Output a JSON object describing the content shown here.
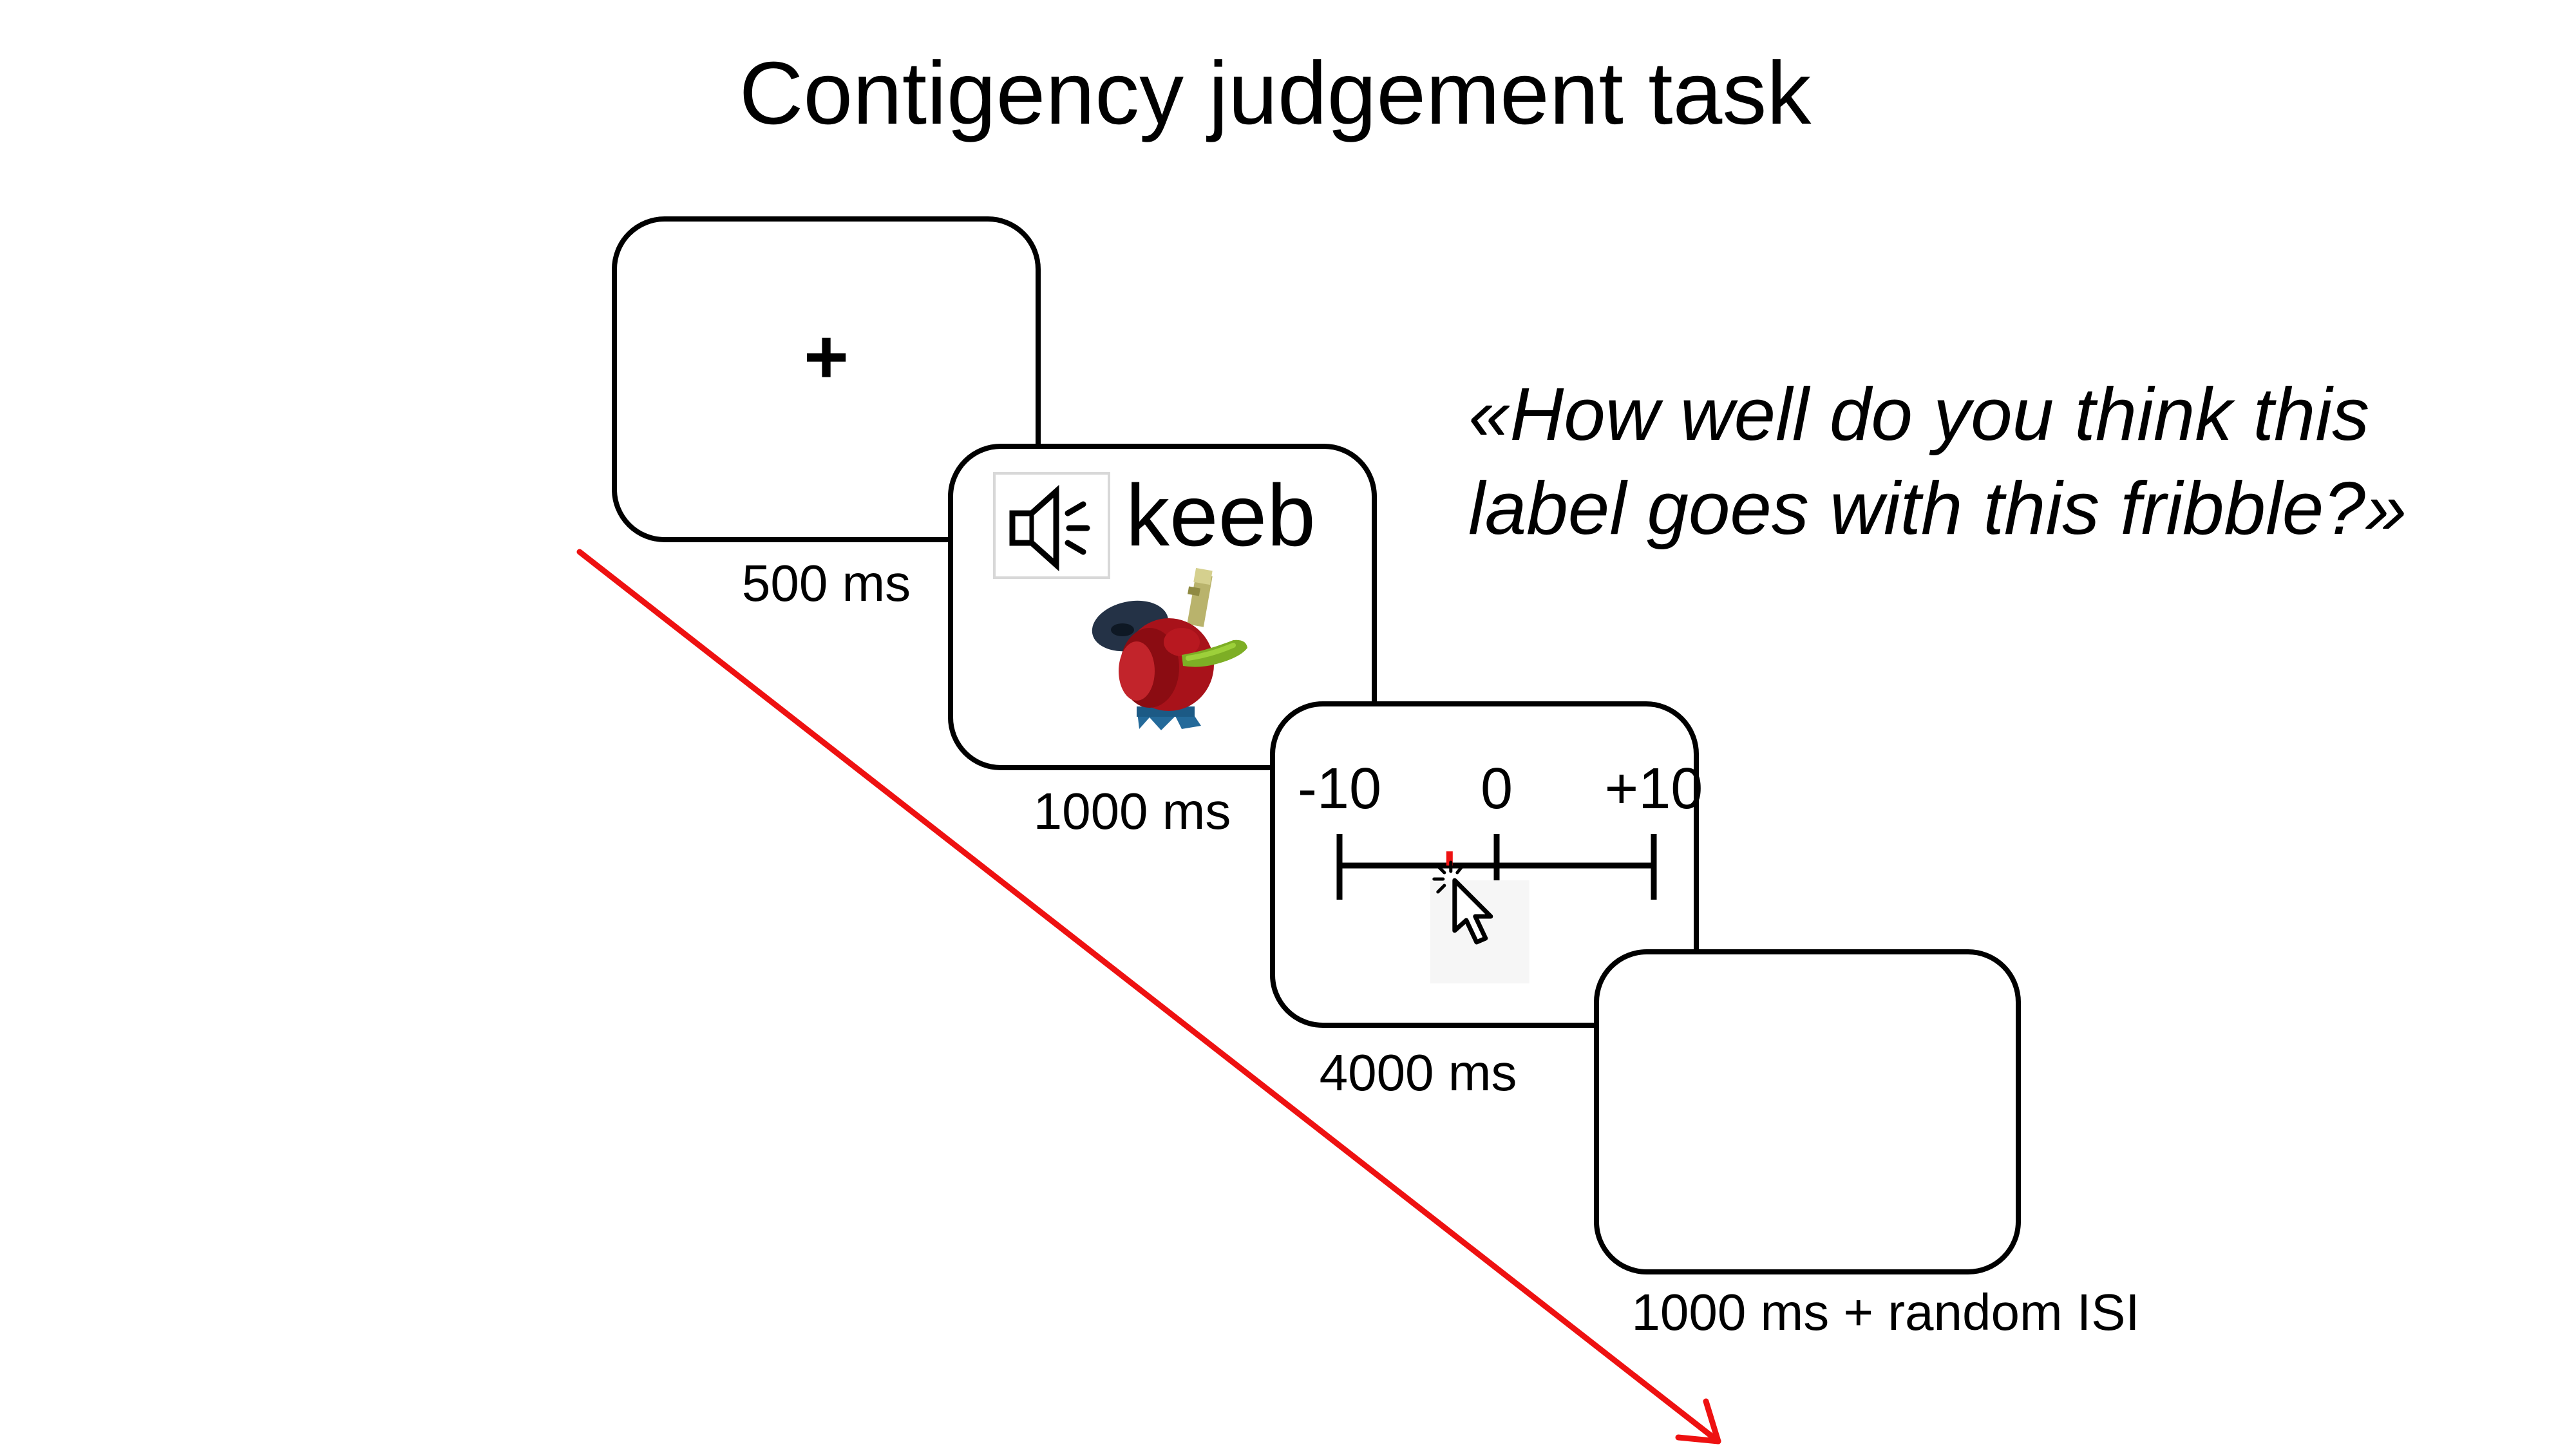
{
  "title": "Contigency judgement task",
  "screens": {
    "fixation": {
      "symbol": "+",
      "duration": "500 ms"
    },
    "stimulus": {
      "label": "keeb",
      "duration": "1000 ms"
    },
    "rating": {
      "scale": {
        "min_label": "-10",
        "mid_label": "0",
        "max_label": "+10",
        "min": -10,
        "max": 10,
        "marker_value": -3
      },
      "duration": "4000 ms"
    },
    "blank": {
      "duration": "1000 ms + random ISI"
    }
  },
  "question": {
    "line1": "«How well do you think this",
    "line2": "label goes with this fribble?»"
  },
  "colors": {
    "time_arrow": "#ee1111",
    "marker": "#ee1111",
    "stroke": "#000000"
  },
  "icons": [
    "speaker-icon",
    "cursor-click-icon",
    "fribble-image"
  ]
}
